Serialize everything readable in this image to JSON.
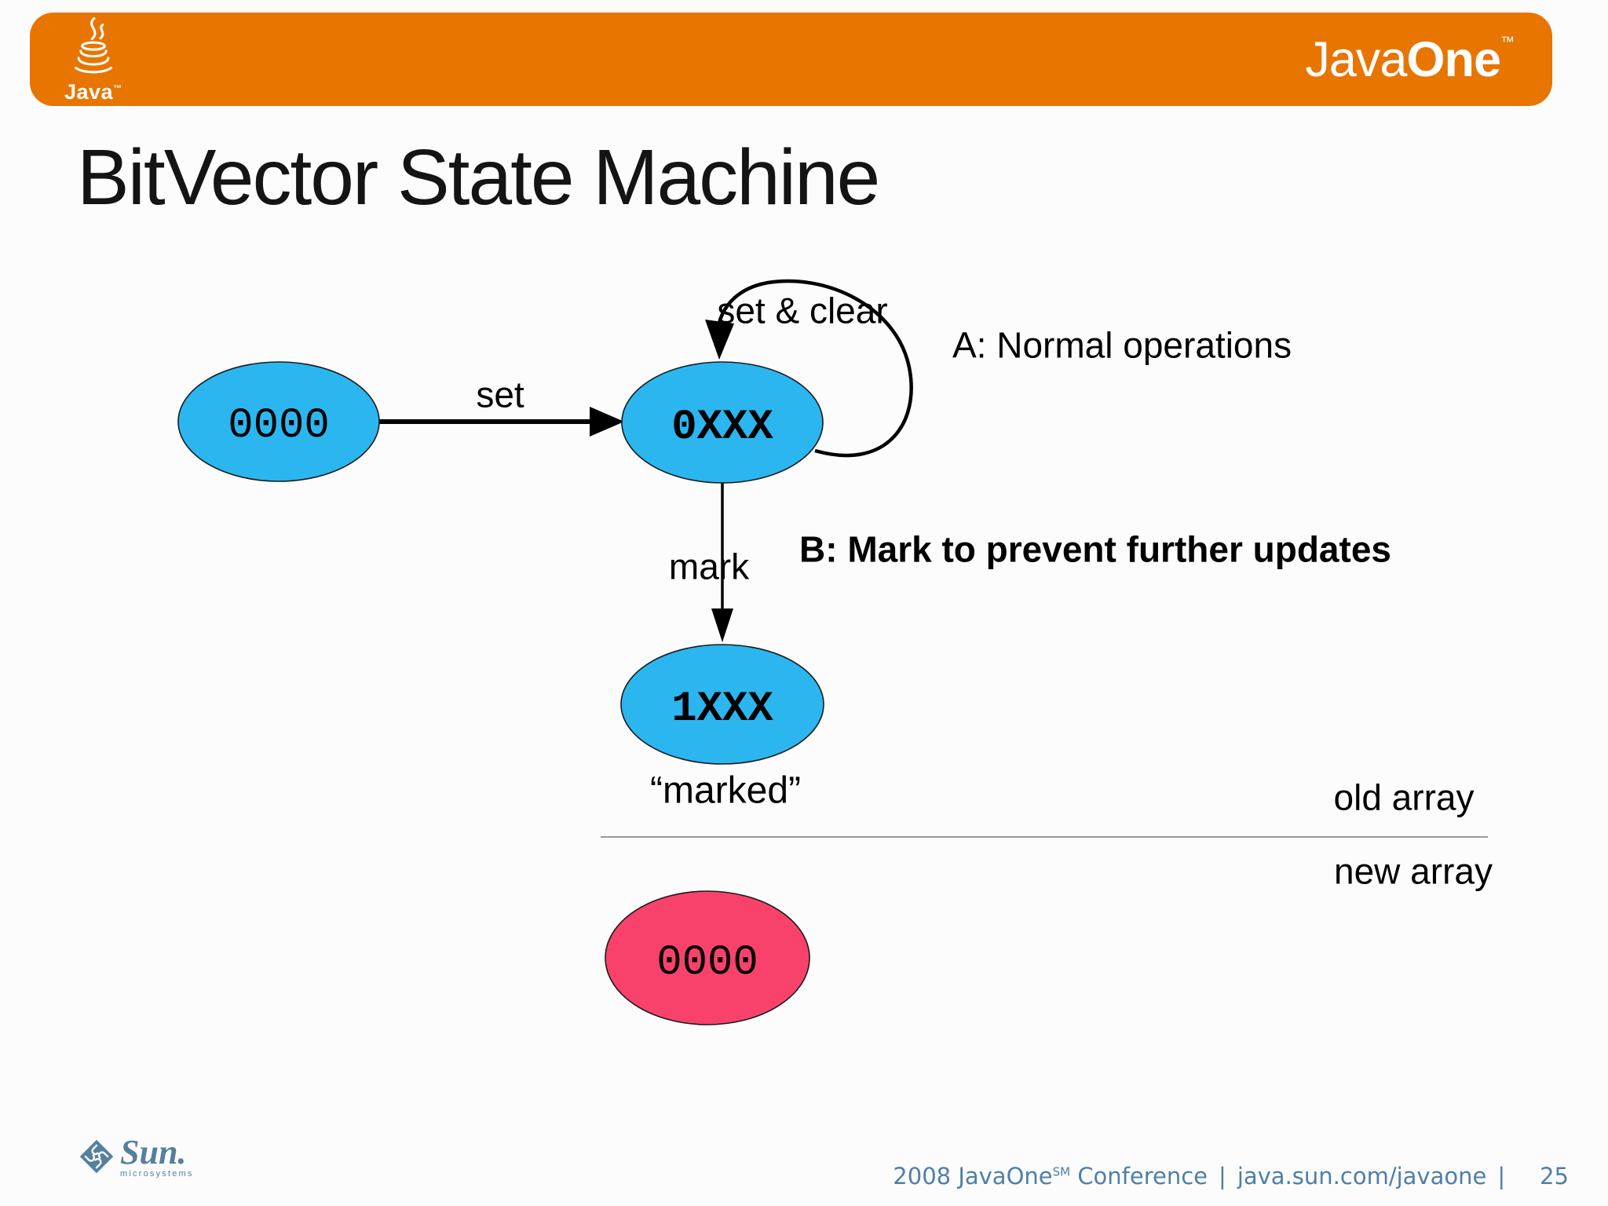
{
  "header": {
    "background_color": "#E87500",
    "java_logo_label": "Java",
    "java_logo_tm": "™",
    "brand": {
      "java": "Java",
      "one": "One",
      "tm": "™"
    }
  },
  "title": "BitVector State Machine",
  "diagram": {
    "colors": {
      "state_fill": "#2BB6EF",
      "new_array_fill": "#F8426C",
      "outline": "#1B1B1B"
    },
    "nodes": [
      {
        "id": "empty",
        "label": "0000"
      },
      {
        "id": "set-bits",
        "label": "0XXX"
      },
      {
        "id": "marked",
        "label": "1XXX"
      },
      {
        "id": "new-array",
        "label": "0000"
      }
    ],
    "edge_labels": {
      "set": "set",
      "set_and_clear": "set & clear",
      "mark": "mark"
    },
    "annotations": {
      "a": "A: Normal operations",
      "b": "B: Mark to prevent further updates",
      "marked_caption": "“marked”",
      "old_array": "old array",
      "new_array": "new array"
    }
  },
  "footer": {
    "sun_logo": {
      "name": "Sun.",
      "subtitle": "microsystems"
    },
    "conference_prefix": "2008 JavaOne",
    "service_mark": "SM",
    "conference_suffix": "Conference",
    "separator": "|",
    "url": "java.sun.com/javaone",
    "page_number": "25"
  }
}
